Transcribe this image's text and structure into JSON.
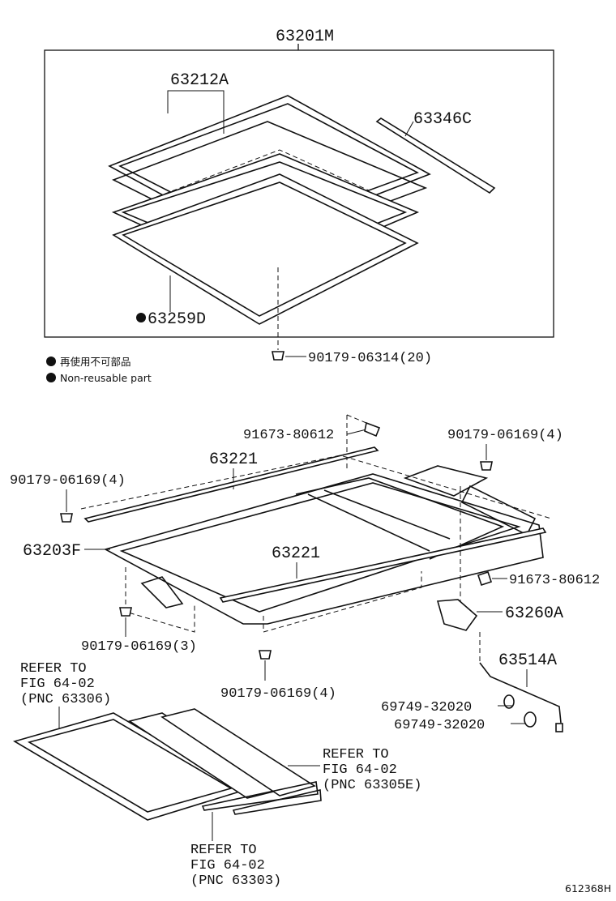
{
  "labels": {
    "assy": "63201M",
    "glass": "63212A",
    "seal_strip": "63346C",
    "weatherstrip": "63259D",
    "clip_top": "90179-06314(20)",
    "legend_jp": "再使用不可部品",
    "legend_en": "Non-reusable part",
    "screw_top": "91673-80612",
    "clip_tr": "90179-06169(4)",
    "drain_upper": "63221",
    "clip_left": "90179-06169(4)",
    "housing": "63203F",
    "drain_lower": "63221",
    "screw_right": "91673-80612",
    "motor": "63260A",
    "clip_bl": "90179-06169(3)",
    "clip_bc": "90179-06169(4)",
    "hose": "63514A",
    "clamp1": "69749-32020",
    "clamp2": "69749-32020",
    "ref1_l1": "REFER TO",
    "ref1_l2": "FIG 64-02",
    "ref1_l3": "(PNC 63306)",
    "ref2_l1": "REFER TO",
    "ref2_l2": "FIG 64-02",
    "ref2_l3": "(PNC 63305E)",
    "ref3_l1": "REFER TO",
    "ref3_l2": "FIG 64-02",
    "ref3_l3": "(PNC 63303)",
    "fig_id": "612368H"
  }
}
